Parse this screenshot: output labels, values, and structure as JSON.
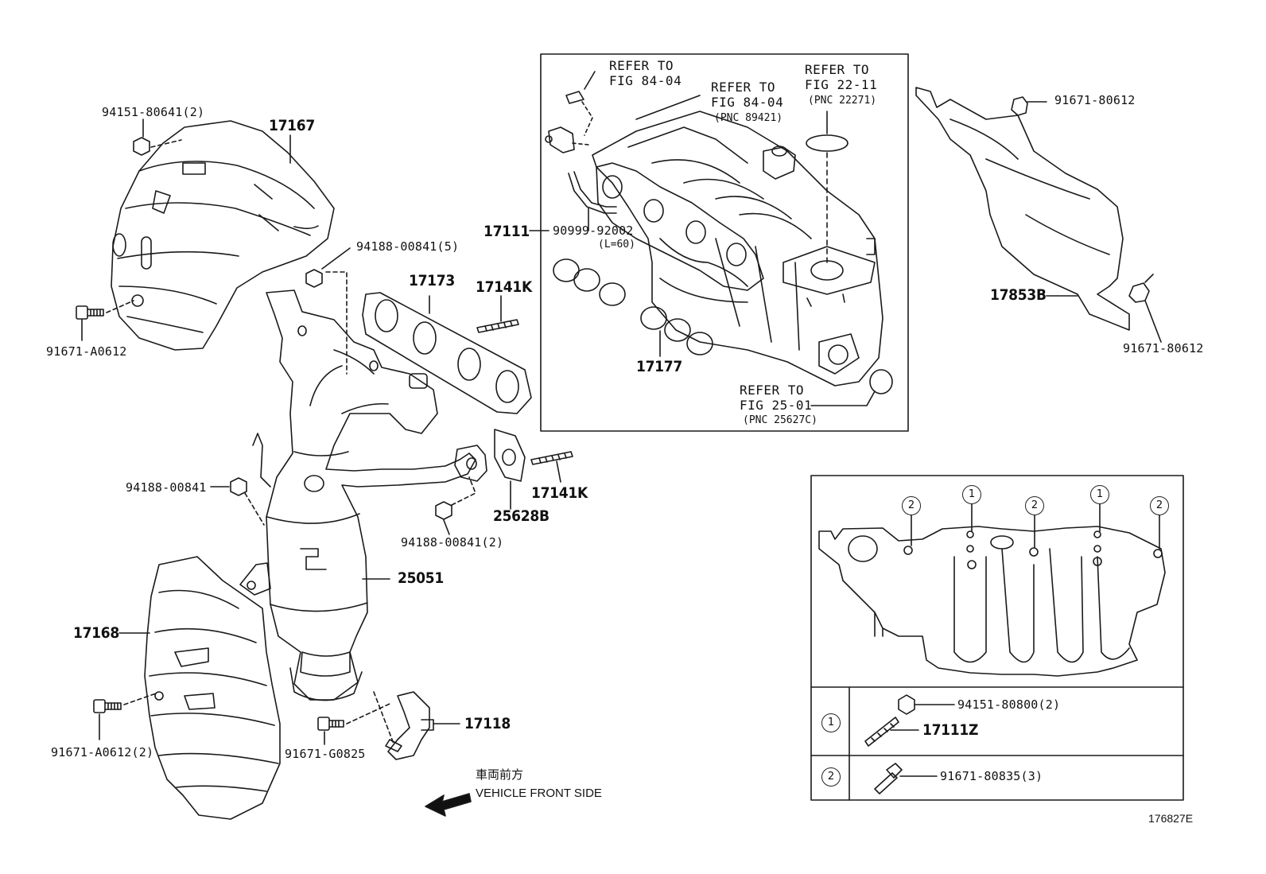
{
  "parts": {
    "p17167": "17167",
    "p94151_80641": "94151-80641(2)",
    "p91671_A0612": "91671-A0612",
    "p94188_00841_5": "94188-00841(5)",
    "p17173": "17173",
    "p17141K_top": "17141K",
    "p17111": "17111",
    "p90999_92002": "90999-92002",
    "p90999_len": "(L=60)",
    "p17177": "17177",
    "p94188_00841": "94188-00841",
    "p17141K_mid": "17141K",
    "p25628B": "25628B",
    "p94188_00841_2": "94188-00841(2)",
    "p25051": "25051",
    "p17168": "17168",
    "p91671_A0612_2": "91671-A0612(2)",
    "p91671_G0825": "91671-G0825",
    "p17118": "17118",
    "p91671_80612_top": "91671-80612",
    "p17853B": "17853B",
    "p91671_80612_bot": "91671-80612"
  },
  "refs": {
    "ref1_l1": "REFER TO",
    "ref1_l2": "FIG 84-04",
    "ref2_l1": "REFER TO",
    "ref2_l2": "FIG 84-04",
    "ref2_l3": "(PNC 89421)",
    "ref3_l1": "REFER TO",
    "ref3_l2": "FIG 22-11",
    "ref3_l3": "(PNC 22271)",
    "ref4_l1": "REFER TO",
    "ref4_l2": "FIG 25-01",
    "ref4_l3": "(PNC 25627C)"
  },
  "direction": {
    "japanese": "車両前方",
    "english": "VEHICLE FRONT SIDE"
  },
  "detail": {
    "markers_top": [
      "2",
      "1",
      "2",
      "1",
      "2"
    ],
    "legend": [
      {
        "marker": "1",
        "part_a": "94151-80800(2)",
        "part_b": "17111Z"
      },
      {
        "marker": "2",
        "part_a": "91671-80835(3)"
      }
    ]
  },
  "figure_id": "176827E"
}
